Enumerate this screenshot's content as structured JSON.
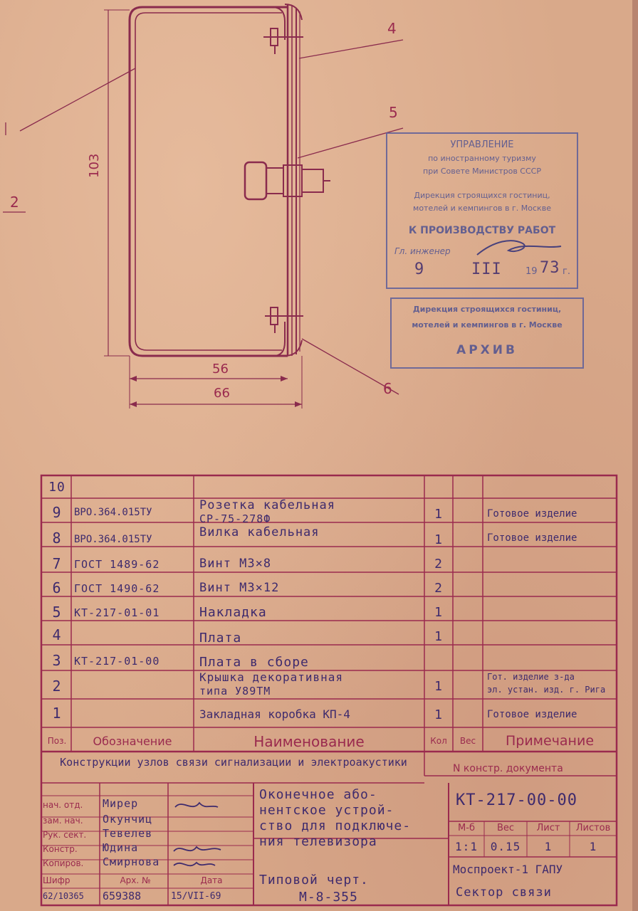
{
  "drawing": {
    "callouts": [
      "4",
      "5",
      "6",
      "2"
    ],
    "dimensions": {
      "height": "103",
      "inner_width": "56",
      "outer_width": "66"
    }
  },
  "stamp_approval": {
    "line1": "УПРАВЛЕНИЕ",
    "line2": "по иностранному туризму",
    "line3": "при Совете Министров СССР",
    "line4": "Дирекция строящихся гостиниц,",
    "line5": "мотелей и кемпингов в г. Москве",
    "line6": "К ПРОИЗВОДСТВУ РАБОТ",
    "line7": "Гл. инженер",
    "day": "9",
    "month": "III",
    "year_prefix": "19",
    "year_suffix": "73",
    "year_mark": "г."
  },
  "stamp_archive": {
    "line1": "Дирекция строящихся гостиниц,",
    "line2": "мотелей и кемпингов в г. Москве",
    "line3": "АРХИВ"
  },
  "spec_table": {
    "header": {
      "pos": "Поз.",
      "designation": "Обозначение",
      "name": "Наименование",
      "qty": "Кол",
      "weight": "Вес",
      "note": "Примечание"
    },
    "rows": [
      {
        "pos": "10",
        "designation": "",
        "name": "",
        "name2": "",
        "qty": "",
        "note": "",
        "note2": ""
      },
      {
        "pos": "9",
        "designation": "ВРО.364.015ТУ",
        "name": "Розетка кабельная",
        "name2": "СР-75-278Ф",
        "qty": "1",
        "note": "Готовое изделие",
        "note2": ""
      },
      {
        "pos": "8",
        "designation": "ВРО.364.015ТУ",
        "name": "Вилка кабельная",
        "name2": "",
        "qty": "1",
        "note": "Готовое изделие",
        "note2": ""
      },
      {
        "pos": "7",
        "designation": "ГОСТ 1489-62",
        "name": "Винт М3×8",
        "name2": "",
        "qty": "2",
        "note": "",
        "note2": ""
      },
      {
        "pos": "6",
        "designation": "ГОСТ 1490-62",
        "name": "Винт М3×12",
        "name2": "",
        "qty": "2",
        "note": "",
        "note2": ""
      },
      {
        "pos": "5",
        "designation": "КТ-217-01-01",
        "name": "Накладка",
        "name2": "",
        "qty": "1",
        "note": "",
        "note2": ""
      },
      {
        "pos": "4",
        "designation": "",
        "name": "Плата",
        "name2": "",
        "qty": "1",
        "note": "",
        "note2": ""
      },
      {
        "pos": "3",
        "designation": "КТ-217-01-00",
        "name": "Плата в сборе",
        "name2": "",
        "qty": "",
        "note": "",
        "note2": ""
      },
      {
        "pos": "2",
        "designation": "",
        "name": "Крышка декоративная",
        "name2": "типа У89ТМ",
        "qty": "1",
        "note": "Гот. изделие з-да",
        "note2": "эл. устан. изд. г. Рига"
      },
      {
        "pos": "1",
        "designation": "",
        "name": "Закладная коробка КП-4",
        "name2": "",
        "qty": "1",
        "note": "Готовое изделие",
        "note2": ""
      }
    ]
  },
  "title_block": {
    "section": "Конструкции узлов связи сигнализации и электроакустики",
    "doc_number_label": "N констр. документа",
    "doc_number": "КТ-217-00-00",
    "title": [
      "Оконечное або-",
      "нентское устрой-",
      "ство для подключе-",
      "ния телевизора"
    ],
    "series": [
      "Типовой черт.",
      "М-8-355"
    ],
    "scale_label": "М-б",
    "scale": "1:1",
    "weight_label": "Вес",
    "weight": "0.15",
    "sheet_label": "Лист",
    "sheet": "1",
    "sheets_label": "Листов",
    "sheets": "1",
    "org": [
      "Моспроект-1 ГАПУ",
      "Сектор связи"
    ],
    "roles": [
      {
        "role": "нач. отд.",
        "name": "Мирер"
      },
      {
        "role": "зам. нач.",
        "name": "Окунчиц"
      },
      {
        "role": "Рук. сект.",
        "name": "Тевелев"
      },
      {
        "role": "Констр.",
        "name": "Юдина"
      },
      {
        "role": "Копиров.",
        "name": "Смирнова"
      }
    ],
    "code_label": "Шифр",
    "code": "62/10365",
    "archive_label": "Арх. №",
    "archive": "659388",
    "date_label": "Дата",
    "date": "15/VII-69"
  }
}
